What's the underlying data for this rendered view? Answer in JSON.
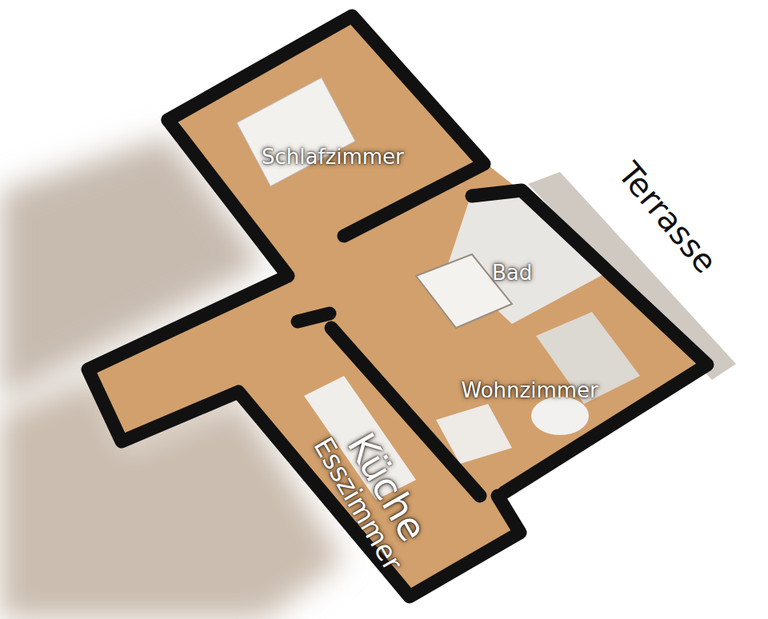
{
  "diagram": {
    "nodes": [
      {
        "text": [
          "Schlafzimmer"
        ]
      },
      {
        "text": [
          "Bad"
        ]
      },
      {
        "text": [
          "Wohnzimmer"
        ]
      },
      {
        "text": [
          "Küche",
          "Esszimmer"
        ]
      }
    ],
    "labels": [
      "Terrasse"
    ]
  }
}
